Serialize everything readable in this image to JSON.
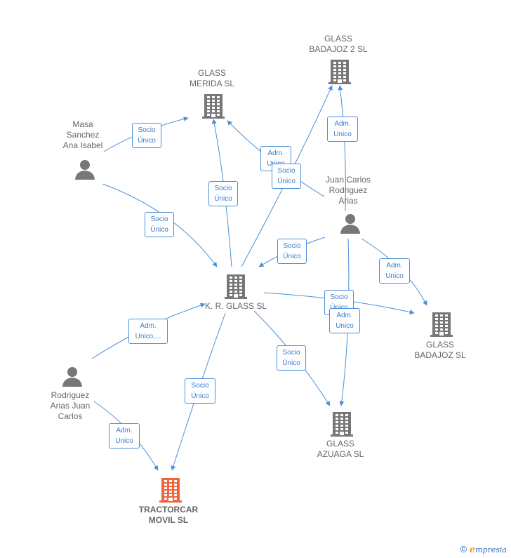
{
  "nodes": {
    "glass_badajoz2": {
      "label": "GLASS\nBADAJOZ 2  SL",
      "kind": "company"
    },
    "glass_merida": {
      "label": "GLASS\nMERIDA  SL",
      "kind": "company"
    },
    "masa_sanchez": {
      "label": "Masa\nSanchez\nAna Isabel",
      "kind": "person"
    },
    "juan_carlos": {
      "label": "Juan Carlos\nRodriguez\nArias",
      "kind": "person"
    },
    "kr_glass": {
      "label": "K. R. GLASS SL",
      "kind": "company"
    },
    "glass_badajoz": {
      "label": "GLASS\nBADAJOZ  SL",
      "kind": "company"
    },
    "rodriguez_arias": {
      "label": "Rodriguez\nArias Juan\nCarlos",
      "kind": "person"
    },
    "glass_azuaga": {
      "label": "GLASS\nAZUAGA  SL",
      "kind": "company"
    },
    "tractorcar": {
      "label": "TRACTORCAR\nMOVIL  SL",
      "kind": "company-highlight"
    }
  },
  "edge_labels": [
    {
      "id": "masa-merida",
      "text": "Socio\nÚnico"
    },
    {
      "id": "masa-kr",
      "text": "Socio\nÚnico"
    },
    {
      "id": "kr-merida",
      "text": "Socio\nÚnico"
    },
    {
      "id": "jc-merida",
      "text": "Adm.\nUnico"
    },
    {
      "id": "kr-badajoz2",
      "text": "Socio\nÚnico"
    },
    {
      "id": "jc-badajoz2",
      "text": "Adm.\nUnico"
    },
    {
      "id": "jc-kr",
      "text": "Socio\nÚnico"
    },
    {
      "id": "jc-badajoz",
      "text": "Adm.\nUnico"
    },
    {
      "id": "kr-badajoz",
      "text": "Socio\nÚnico"
    },
    {
      "id": "jc-azuaga",
      "text": "Adm.\nUnico"
    },
    {
      "id": "kr-azuaga",
      "text": "Socio\nÚnico"
    },
    {
      "id": "ra-kr",
      "text": "Adm.\nUnico,..."
    },
    {
      "id": "kr-tractorcar",
      "text": "Socio\nÚnico"
    },
    {
      "id": "ra-tractorcar",
      "text": "Adm.\nUnico"
    }
  ],
  "colors": {
    "edge": "#4a90d9",
    "company_icon": "#777777",
    "person_icon": "#777777",
    "highlight_icon": "#f0643c"
  },
  "footer": {
    "copyright": "©",
    "brand_initial": "e",
    "brand_rest": "mpresia"
  }
}
